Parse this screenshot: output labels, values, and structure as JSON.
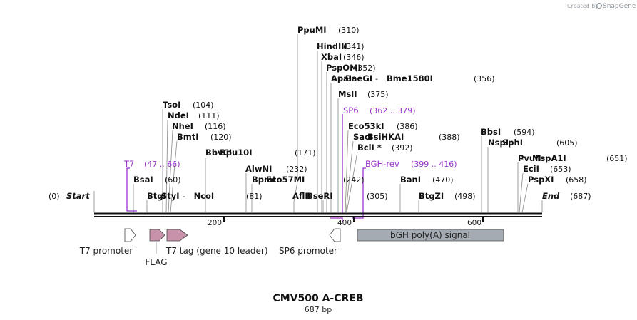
{
  "header": {
    "credit": "Created by",
    "brand": "SnapGene"
  },
  "plasmid": {
    "name": "CMV500 A-CREB",
    "length_label": "687 bp"
  },
  "ends": {
    "start": {
      "name": "Start",
      "pos": "(0)"
    },
    "end": {
      "name": "End",
      "pos": "(687)"
    }
  },
  "sites": [
    {
      "names": [
        "PpuMI"
      ],
      "pos": "(310)"
    },
    {
      "names": [
        "HindIII"
      ],
      "pos": "(341)"
    },
    {
      "names": [
        "XbaI"
      ],
      "pos": "(346)"
    },
    {
      "names": [
        "PspOMI"
      ],
      "pos": "(352)"
    },
    {
      "names": [
        "ApaI",
        "BaeGI",
        "Bme1580I"
      ],
      "pos": "(356)"
    },
    {
      "names": [
        "MslI"
      ],
      "pos": "(375)"
    },
    {
      "names": [
        "Eco53kI"
      ],
      "pos": "(386)"
    },
    {
      "names": [
        "SacI",
        "BsiHKAI"
      ],
      "pos": "(388)"
    },
    {
      "names": [
        "BclI *"
      ],
      "pos": "(392)"
    },
    {
      "names": [
        "TsoI"
      ],
      "pos": "(104)"
    },
    {
      "names": [
        "NdeI"
      ],
      "pos": "(111)"
    },
    {
      "names": [
        "NheI"
      ],
      "pos": "(116)"
    },
    {
      "names": [
        "BmtI"
      ],
      "pos": "(120)"
    },
    {
      "names": [
        "BbvCI",
        "Bpu10I"
      ],
      "pos": "(171)"
    },
    {
      "names": [
        "AlwNI"
      ],
      "pos": "(232)"
    },
    {
      "names": [
        "BpmI",
        "Eco57MI"
      ],
      "pos": "(242)"
    },
    {
      "names": [
        "BsaI"
      ],
      "pos": "(60)"
    },
    {
      "names": [
        "BtgI",
        "StyI",
        "NcoI"
      ],
      "pos": "(81)"
    },
    {
      "names": [
        "AflII",
        "BseRI"
      ],
      "pos": "(305)"
    },
    {
      "names": [
        "BanI"
      ],
      "pos": "(470)"
    },
    {
      "names": [
        "BtgZI"
      ],
      "pos": "(498)"
    },
    {
      "names": [
        "BbsI"
      ],
      "pos": "(594)"
    },
    {
      "names": [
        "NspI",
        "SphI"
      ],
      "pos": "(605)"
    },
    {
      "names": [
        "PvuII",
        "MspA1I"
      ],
      "pos": "(651)"
    },
    {
      "names": [
        "EciI"
      ],
      "pos": "(653)"
    },
    {
      "names": [
        "PspXI"
      ],
      "pos": "(658)"
    }
  ],
  "primers": [
    {
      "name": "SP6",
      "range": "(362 .. 379)"
    },
    {
      "name": "T7",
      "range": "(47 .. 66)"
    },
    {
      "name": "BGH-rev",
      "range": "(399 .. 416)"
    }
  ],
  "ruler": {
    "ticks": [
      "200",
      "400",
      "600"
    ]
  },
  "features": {
    "t7_promoter": "T7 promoter",
    "flag": "FLAG",
    "t7_tag": "T7 tag (gene 10 leader)",
    "sp6_promoter": "SP6 promoter",
    "bgh_polya": "bGH poly(A) signal"
  },
  "colors": {
    "primer": "#9933cc",
    "backbone": "#111111",
    "leader_line": "#888888",
    "tag_fill": "#c992ab",
    "polya_fill": "#a4abb2"
  }
}
